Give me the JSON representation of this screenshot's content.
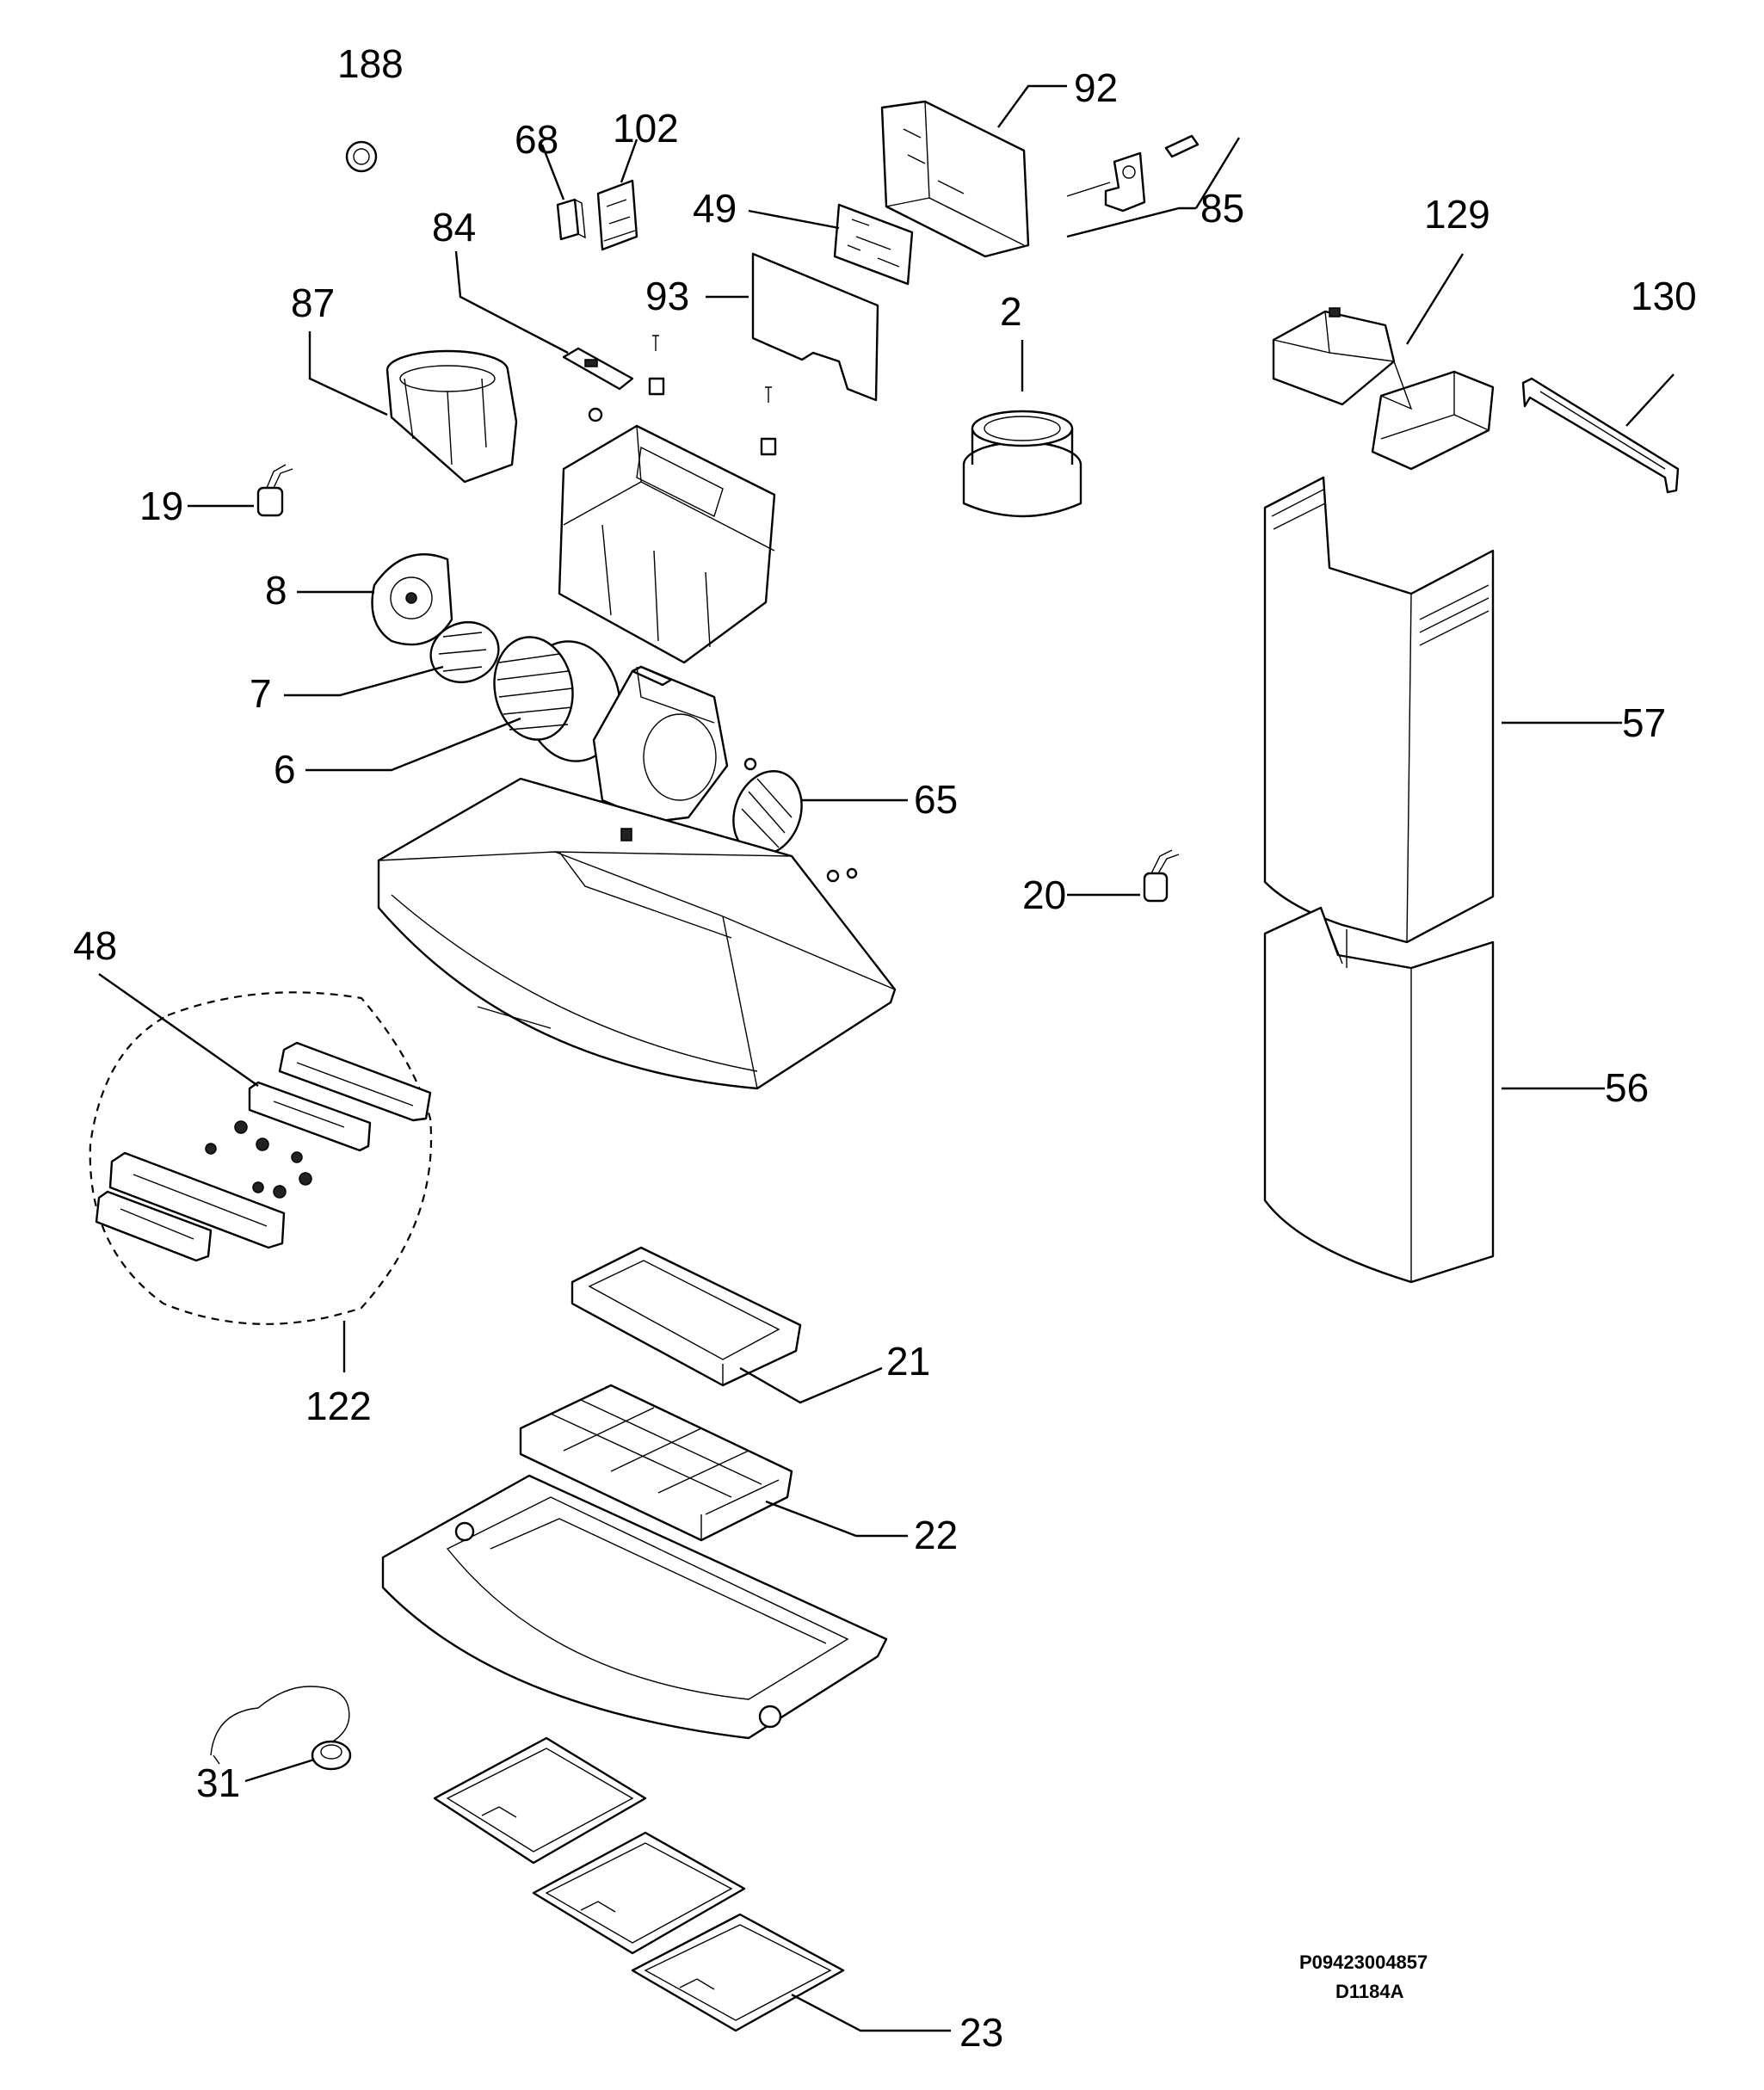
{
  "callouts": [
    {
      "id": "188",
      "label": "188"
    },
    {
      "id": "68",
      "label": "68"
    },
    {
      "id": "102",
      "label": "102"
    },
    {
      "id": "92",
      "label": "92"
    },
    {
      "id": "49",
      "label": "49"
    },
    {
      "id": "85",
      "label": "85"
    },
    {
      "id": "84",
      "label": "84"
    },
    {
      "id": "93",
      "label": "93"
    },
    {
      "id": "129",
      "label": "129"
    },
    {
      "id": "87",
      "label": "87"
    },
    {
      "id": "2",
      "label": "2"
    },
    {
      "id": "130",
      "label": "130"
    },
    {
      "id": "19",
      "label": "19"
    },
    {
      "id": "8",
      "label": "8"
    },
    {
      "id": "7",
      "label": "7"
    },
    {
      "id": "57",
      "label": "57"
    },
    {
      "id": "6",
      "label": "6"
    },
    {
      "id": "65",
      "label": "65"
    },
    {
      "id": "20",
      "label": "20"
    },
    {
      "id": "48",
      "label": "48"
    },
    {
      "id": "56",
      "label": "56"
    },
    {
      "id": "122",
      "label": "122"
    },
    {
      "id": "21",
      "label": "21"
    },
    {
      "id": "22",
      "label": "22"
    },
    {
      "id": "31",
      "label": "31"
    },
    {
      "id": "23",
      "label": "23"
    }
  ],
  "footer": {
    "code_primary": "P09423004857",
    "code_secondary": "D1184A"
  }
}
